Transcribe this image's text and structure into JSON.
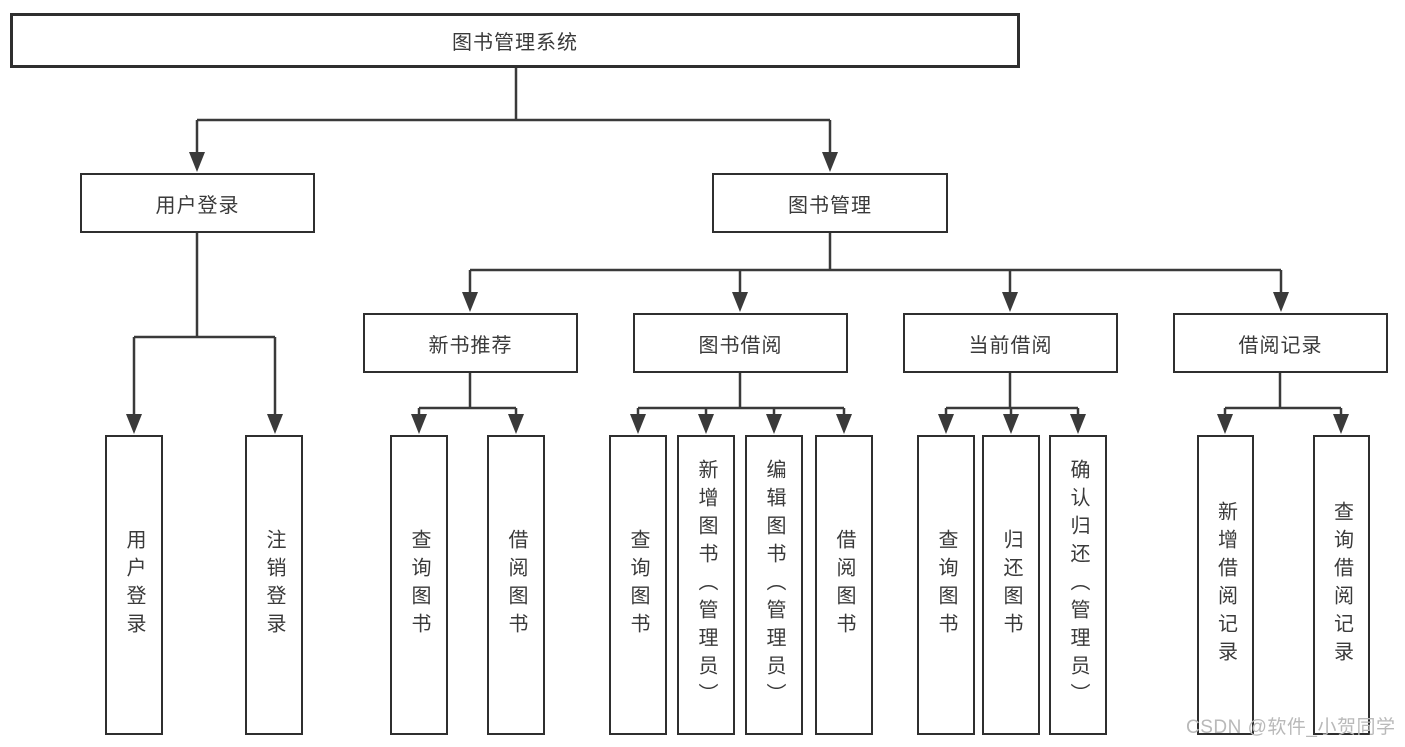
{
  "root": {
    "label": "图书管理系统"
  },
  "branches": {
    "user_login": {
      "label": "用户登录",
      "children": [
        {
          "label": "用户登录"
        },
        {
          "label": "注销登录"
        }
      ]
    },
    "book_management": {
      "label": "图书管理",
      "children": [
        {
          "label": "新书推荐",
          "children": [
            {
              "label": "查询图书"
            },
            {
              "label": "借阅图书"
            }
          ]
        },
        {
          "label": "图书借阅",
          "children": [
            {
              "label": "查询图书"
            },
            {
              "label": "新增图书（管理员）"
            },
            {
              "label": "编辑图书（管理员）"
            },
            {
              "label": "借阅图书"
            }
          ]
        },
        {
          "label": "当前借阅",
          "children": [
            {
              "label": "查询图书"
            },
            {
              "label": "归还图书"
            },
            {
              "label": "确认归还（管理员）"
            }
          ]
        },
        {
          "label": "借阅记录",
          "children": [
            {
              "label": "新增借阅记录"
            },
            {
              "label": "查询借阅记录"
            }
          ]
        }
      ]
    }
  },
  "watermark": "CSDN @软件_小贺同学",
  "colors": {
    "line": "#3a3a3a",
    "border": "#2f2f2f",
    "text": "#3a3a3a",
    "watermark": "#b9b9b9",
    "background": "#ffffff"
  }
}
